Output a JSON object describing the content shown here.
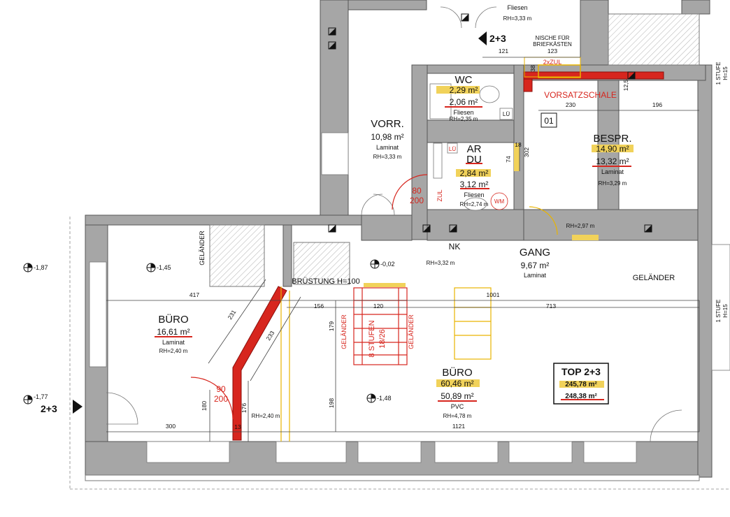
{
  "rooms": {
    "buero_left": {
      "name": "BÜRO",
      "area1": "16,61 m²",
      "floor": "Laminat",
      "rh": "RH=2,40 m"
    },
    "buero_main": {
      "name": "BÜRO",
      "area_a": "60,46 m²",
      "area_b": "50,89 m²",
      "floor": "PVC",
      "rh": "RH=4,78 m"
    },
    "vorr": {
      "name": "VORR.",
      "area": "10,98 m²",
      "floor": "Laminat",
      "rh": "RH=3,33 m"
    },
    "wc": {
      "name": "WC",
      "area_a": "2,29 m²",
      "area_b": "2,06 m²",
      "floor": "Fliesen",
      "rh": "RH=2,35 m"
    },
    "ar_du": {
      "name1": "AR",
      "name2": "DU",
      "area_a": "2,84 m²",
      "area_b": "3,12 m²",
      "floor": "Fliesen",
      "rh": "RH=2,74 m"
    },
    "bespr": {
      "name": "BESPR.",
      "area_a": "14,90 m²",
      "area_b": "13,32 m²",
      "floor": "Laminat",
      "rh": "RH=3,29 m"
    },
    "gang": {
      "name": "GANG",
      "area": "9,67 m²",
      "floor": "Laminat",
      "rh": "RH=2,97 m"
    },
    "nk": {
      "name": "NK",
      "rh": "RH=3,32 m"
    },
    "top_fliesen": {
      "floor": "Fliesen",
      "rh": "RH=3,33 m"
    }
  },
  "top": {
    "title": "TOP 2+3",
    "area_a": "245,78 m²",
    "area_b": "248,38 m²"
  },
  "labels": {
    "entrance_top": "2+3",
    "entrance_left": "2+3",
    "nische": "NISCHE FÜR",
    "nische2": "BRIEFKÄSTEN",
    "zul2x": "2xZUL",
    "vorsatzschale": "VORSATZSCHALE",
    "box01": "01",
    "lu1": "LÜ",
    "lu2": "LÜ",
    "wm": "WM",
    "zul": "ZUL",
    "door1_w": "80",
    "door1_h": "200",
    "door2_w": "90",
    "door2_h": "200",
    "gelaender1": "GELÄNDER",
    "gelaender2": "GELÄNDER",
    "gelaender3": "GELÄNDER",
    "gelaender4": "GELÄNDER",
    "bruestung": "BRÜSTUNG H=100",
    "stufen1": "8 STUFEN",
    "stufen2": "18/26",
    "stufe_r1": "1 STUFE",
    "stufe_r1h": "H=15",
    "stufe_r2": "1 STUFE",
    "stufe_r2h": "H=15",
    "rh_240_b": "RH=2,40 m"
  },
  "levels": {
    "l1": "-1,87",
    "l2": "-1,45",
    "l3": "-0,02",
    "l4": "-1,77",
    "l5": "-1,48"
  },
  "dims": {
    "d121": "121",
    "d123": "123",
    "d230": "230",
    "d196": "196",
    "d302": "302",
    "d417": "417",
    "d231": "231",
    "d233": "233",
    "d156": "156",
    "d120": "120",
    "d1001": "1001",
    "d713": "713",
    "d179": "179",
    "d198": "198",
    "d180": "180",
    "d176": "176",
    "d300": "300",
    "d1121": "1121",
    "d125": "12,5",
    "d74": "74",
    "d38": "38",
    "d18": "18",
    "d13": "13"
  },
  "colors": {
    "red": "#d7261e",
    "yellow": "#f1d25a",
    "wall": "#a6a6a6"
  }
}
